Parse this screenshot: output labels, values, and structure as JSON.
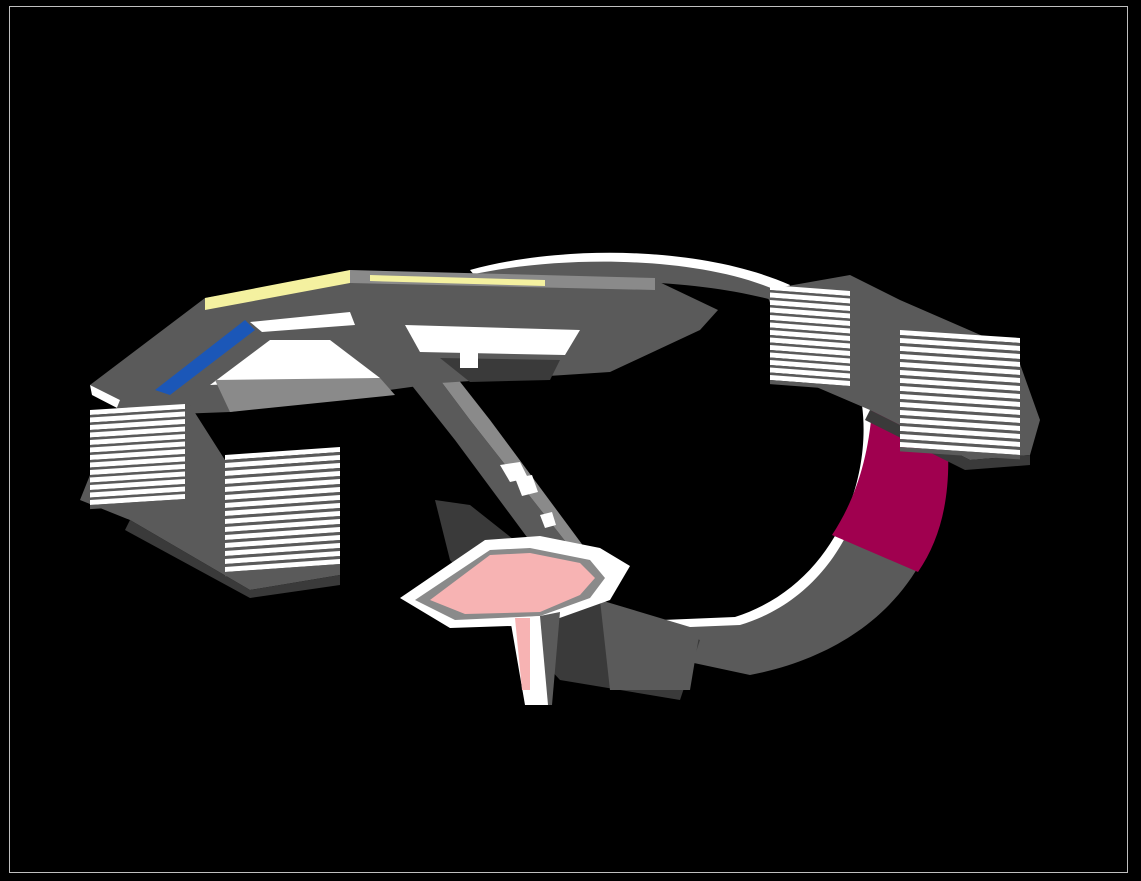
{
  "scene": {
    "background_color": "#000000",
    "frame_color": "#bfbfbf",
    "colors": {
      "structure": "#5a5a5a",
      "structure_dark": "#3a3a3a",
      "structure_light": "#8a8a8a",
      "highlight": "#ffffff",
      "accent_yellow": "#f4f1a0",
      "accent_blue": "#1b57b8",
      "accent_magenta": "#a0004f",
      "accent_pink": "#f7b3b3"
    },
    "components": [
      {
        "name": "upper-deck-frame"
      },
      {
        "name": "left-stacked-module"
      },
      {
        "name": "right-stacked-module"
      },
      {
        "name": "curved-ribbon"
      },
      {
        "name": "diagonal-strut"
      },
      {
        "name": "pink-platform"
      }
    ]
  }
}
